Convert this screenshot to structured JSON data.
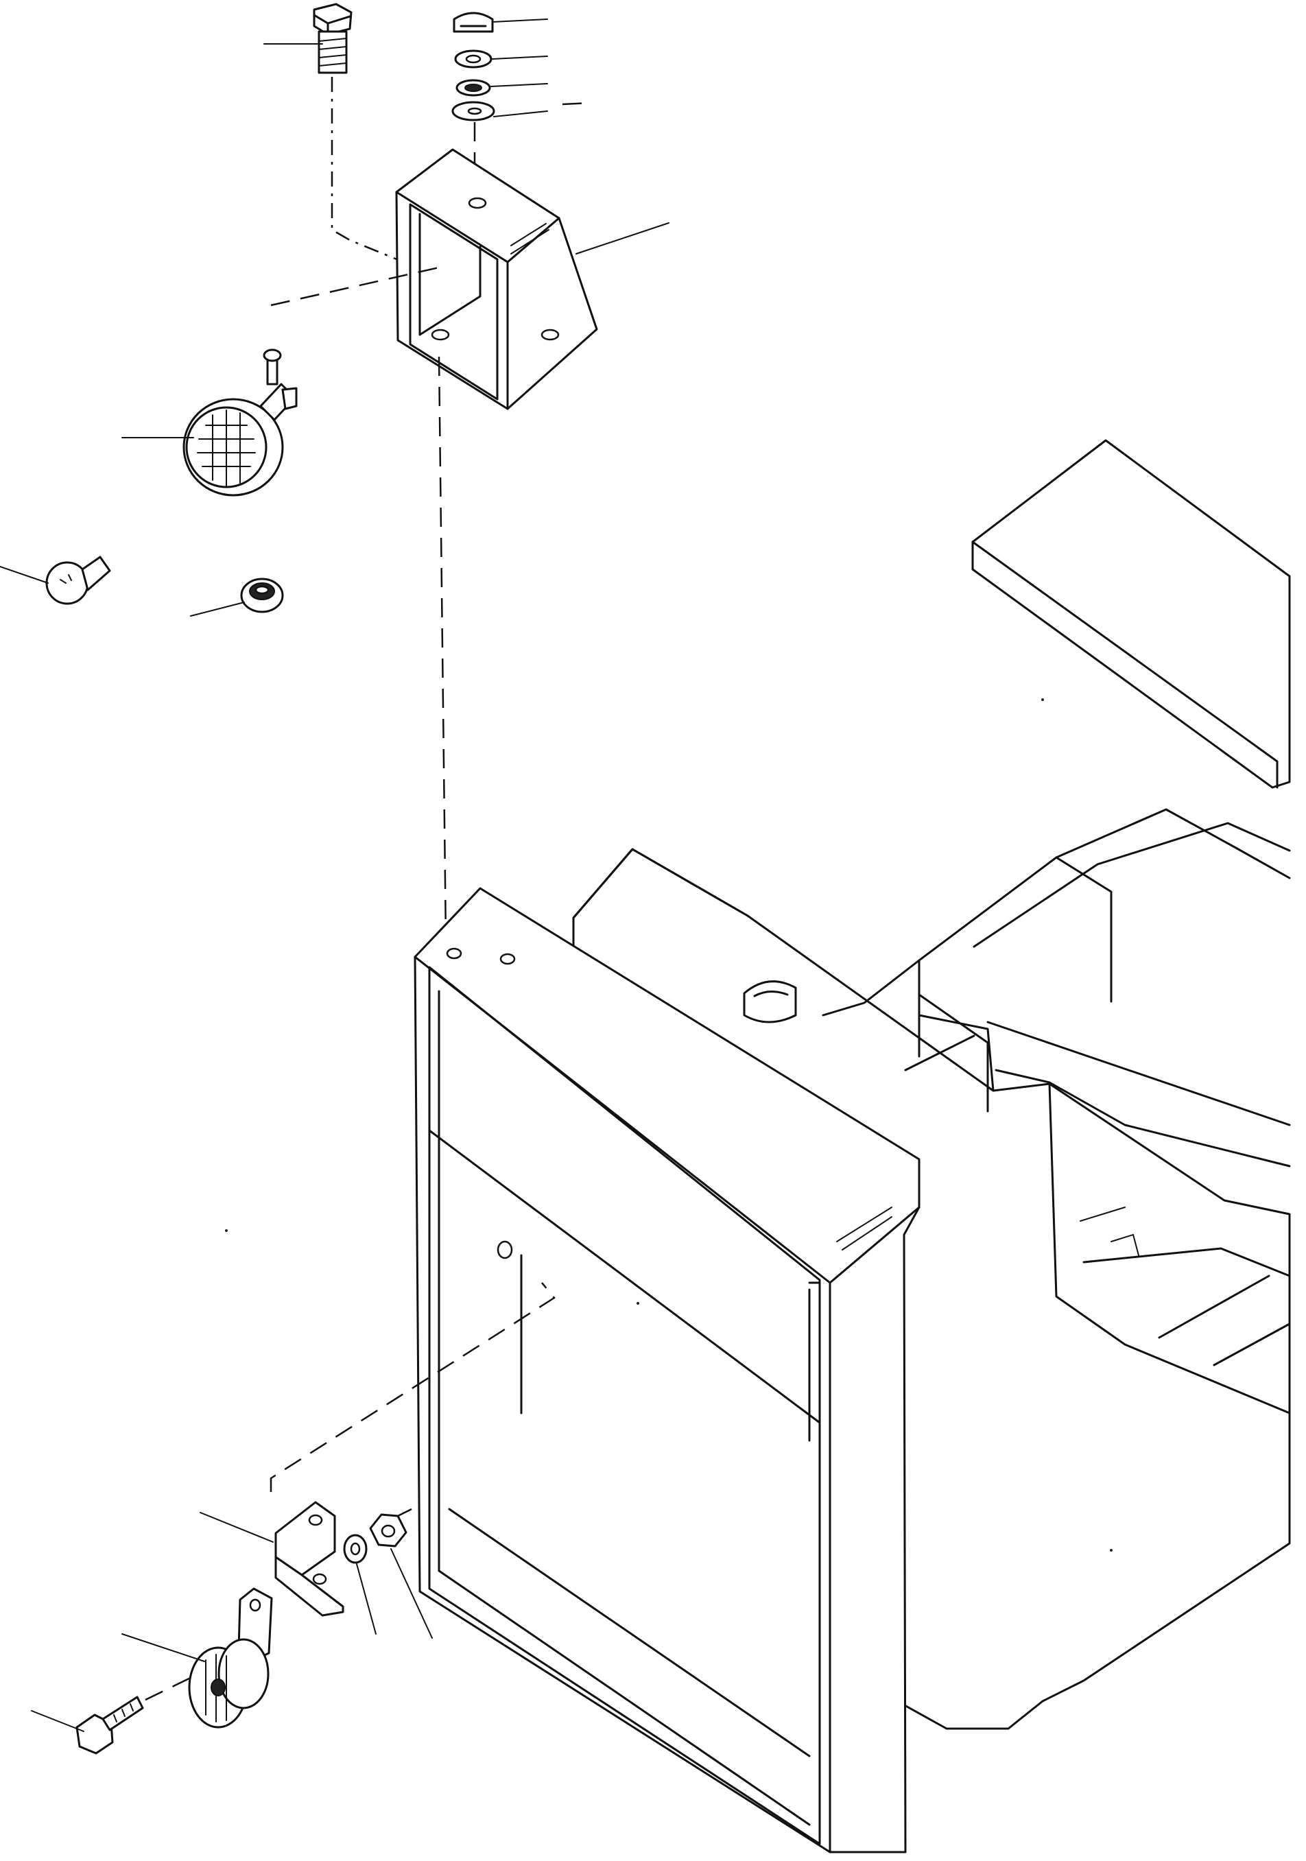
{
  "figure": {
    "type": "exploded parts diagram",
    "parts": [
      "bolt-top",
      "cap-nut",
      "washer",
      "lock-washer",
      "flat-washer",
      "lamp-bracket",
      "work-lamp",
      "bulb",
      "grommet",
      "horn-bracket",
      "horn-washer",
      "horn-nut",
      "horn",
      "horn-bolt",
      "radiator-guard",
      "counterweight-frame"
    ]
  }
}
